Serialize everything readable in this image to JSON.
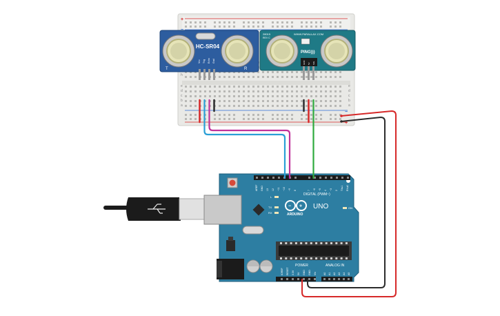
{
  "breadboard": {
    "row_letters_top": [
      "j",
      "i",
      "h",
      "g",
      "f"
    ],
    "row_letters_bottom": [
      "e",
      "d",
      "c",
      "b",
      "a"
    ],
    "rail_plus": "+",
    "rail_minus": "−"
  },
  "hcsr04": {
    "model": "HC-SR04",
    "pin_labels": [
      "Vcc",
      "Trig",
      "Echo",
      "Gnd"
    ],
    "corner_mark_left": "T",
    "corner_mark_right": "R"
  },
  "ping": {
    "part_number": "28015",
    "revision": "REV C",
    "brand": "WWW.PARALLAX.COM",
    "name": "PING)))",
    "pin_labels": [
      "GND",
      "5V",
      "SIG"
    ]
  },
  "arduino": {
    "model": "UNO",
    "brand": "ARDUINO",
    "digital_header": "DIGITAL (PWM~)",
    "power_header": "POWER",
    "analog_header": "ANALOG IN",
    "on_label": "ON",
    "tx_label": "TX",
    "rx_label": "RX",
    "l_label": "L",
    "top_pin_labels": [
      "AREF",
      "GND",
      "13",
      "12",
      "~11",
      "~10",
      "~9",
      "8",
      "7",
      "~6",
      "~5",
      "4",
      "~3",
      "2",
      "TX▸1",
      "RX◂0"
    ],
    "power_pin_labels": [
      "IOREF",
      "RESET",
      "3.3V",
      "5V",
      "GND",
      "GND",
      "Vin"
    ],
    "analog_pin_labels": [
      "A0",
      "A1",
      "A2",
      "A3",
      "A4",
      "A5"
    ]
  },
  "colors": {
    "wire_red": "#d62828",
    "wire_black": "#2b2b2b",
    "wire_blue": "#2a9fd6",
    "wire_magenta": "#c0339b",
    "wire_green": "#2eaa3d",
    "arduino_board": "#2d7ea2",
    "sensor_board": "#2d5d9f",
    "ping_board": "#1f7a86"
  }
}
